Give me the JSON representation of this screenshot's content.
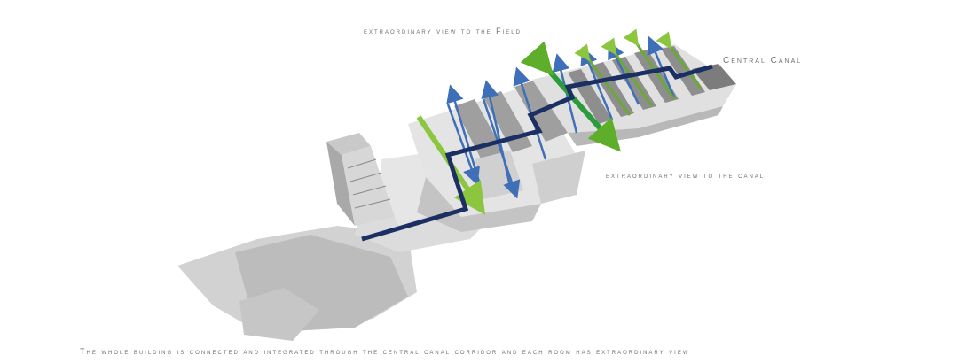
{
  "labels": {
    "field_view": "extraordinary view to the Field",
    "central_canal": "Central Canal",
    "canal_view": "extraordinary view to the canal",
    "caption": "The whole building is connected and integrated through the central canal  corridor and each room has  extraordinary view"
  },
  "colors": {
    "corridor": "#1b2f63",
    "view_field": "#5fae2b",
    "view_field_light": "#8cc63f",
    "view_canal": "#3f6fb8",
    "building_light": "#d9d9d9",
    "building_mid": "#bdbdbd",
    "building_dark": "#8e8e8e",
    "text": "#6f6f6f"
  }
}
